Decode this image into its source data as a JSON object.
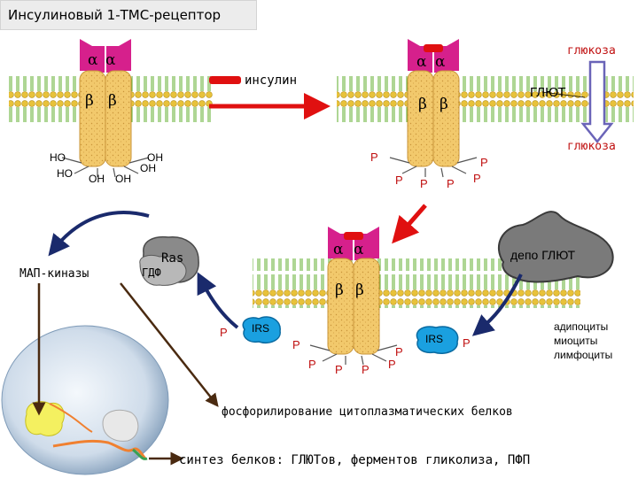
{
  "title": "Инсулиновый 1-ТМС-рецептор",
  "labels": {
    "alpha": "α",
    "beta": "β",
    "insulin": "инсулин",
    "glucose_top": "глюкоза",
    "glut": "ГЛЮТ",
    "glucose_mid": "глюкоза",
    "ho": "HO",
    "oh": "OH",
    "p": "P",
    "irs": "IRS",
    "ras": "Ras",
    "gdp": "ГДФ",
    "map_kinase": "МАП-киназы",
    "glut_depot": "депо ГЛЮТ",
    "cell_types": [
      "адипоциты",
      "миоциты",
      "лимфоциты"
    ],
    "phosphorylation": "фосфорилирование цитоплазматических белков",
    "synthesis": "синтез белков: ГЛЮТов, ферментов гликолиза, ПФП"
  },
  "colors": {
    "membrane_head": "#e8c23a",
    "membrane_tail": "#7cc04a",
    "receptor_beta": "#f0c76a",
    "receptor_alpha": "#d6208c",
    "insulin": "#e01010",
    "arrow_red": "#e01010",
    "arrow_navy": "#1a2a6c",
    "glut_arrow": "#6a64b8",
    "depot": "#7a7a7a",
    "irs": "#1aa0e0",
    "phosphate": "#c01010"
  }
}
